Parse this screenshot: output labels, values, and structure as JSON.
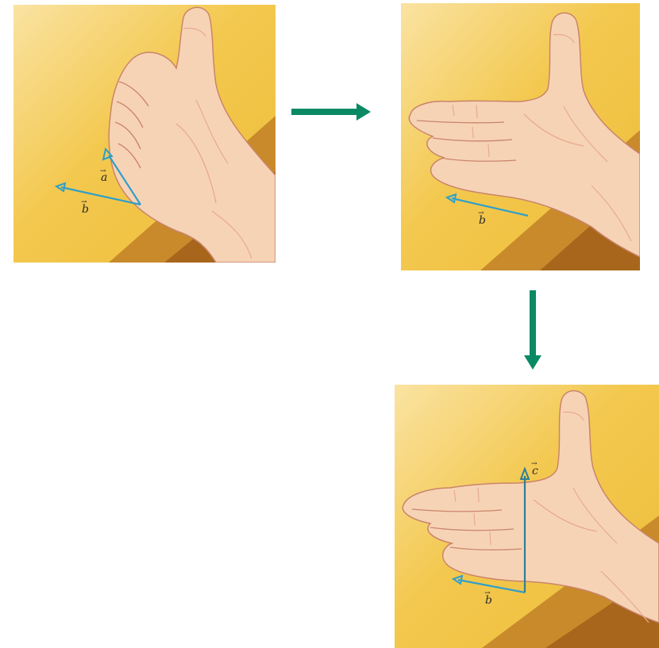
{
  "colors": {
    "background_light": "#f8dc8c",
    "background_mid": "#f0c246",
    "table_edge": "#c9892a",
    "table_dark": "#a9661e",
    "skin": "#f7d3b6",
    "skin_shade": "#e6ab8c",
    "skin_line": "#c9856a",
    "vector_blue": "#2f9fc9",
    "vector_c": "#2d7f94",
    "flow_arrow": "#0a8a64"
  },
  "panels": [
    {
      "step": 1,
      "vectors": [
        {
          "label": "a"
        },
        {
          "label": "b"
        }
      ]
    },
    {
      "step": 2,
      "vectors": [
        {
          "label": "b"
        }
      ]
    },
    {
      "step": 3,
      "vectors": [
        {
          "label": "b"
        },
        {
          "label": "c"
        }
      ]
    }
  ],
  "flow_arrows": [
    {
      "from_step": 1,
      "to_step": 2,
      "direction": "right"
    },
    {
      "from_step": 2,
      "to_step": 3,
      "direction": "down"
    }
  ]
}
